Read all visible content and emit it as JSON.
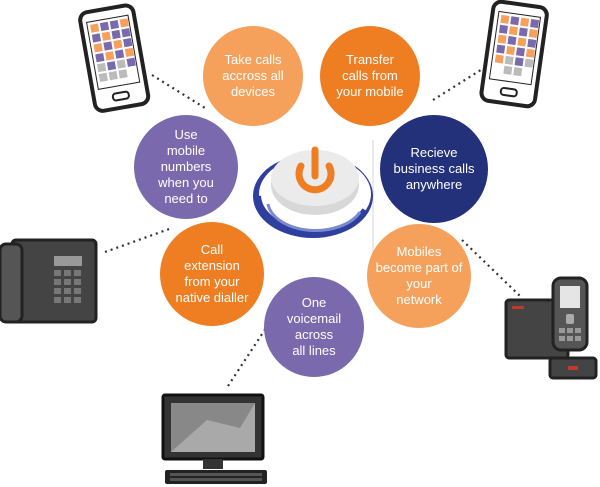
{
  "features": [
    {
      "id": "take-calls",
      "label": "Take calls\naccross all\ndevices",
      "color": "#f5a15c"
    },
    {
      "id": "transfer-calls",
      "label": "Transfer\ncalls from\nyour mobile",
      "color": "#ef7d22"
    },
    {
      "id": "use-mobile-numbers",
      "label": "Use\nmobile\nnumbers\nwhen you\nneed to",
      "color": "#7a6aad"
    },
    {
      "id": "receive-business-calls",
      "label": "Recieve\nbusiness calls\nanywhere",
      "color": "#23307a"
    },
    {
      "id": "call-extension",
      "label": "Call\nextension\nfrom your\nnative dialler",
      "color": "#ef7d22"
    },
    {
      "id": "mobiles-part-network",
      "label": "Mobiles\nbecome part of\nyour\nnetwork",
      "color": "#f5a15c"
    },
    {
      "id": "one-voicemail",
      "label": "One\nvoicemail\nacross\nall lines",
      "color": "#7a6aad"
    }
  ],
  "devices": [
    {
      "id": "smartphone-left",
      "icon": "smartphone-icon"
    },
    {
      "id": "smartphone-right",
      "icon": "smartphone-icon"
    },
    {
      "id": "desk-phone",
      "icon": "desk-phone-icon"
    },
    {
      "id": "cordless-phone",
      "icon": "cordless-phone-icon"
    },
    {
      "id": "desktop-computer",
      "icon": "desktop-computer-icon"
    }
  ],
  "center_icon": "power-button-icon"
}
